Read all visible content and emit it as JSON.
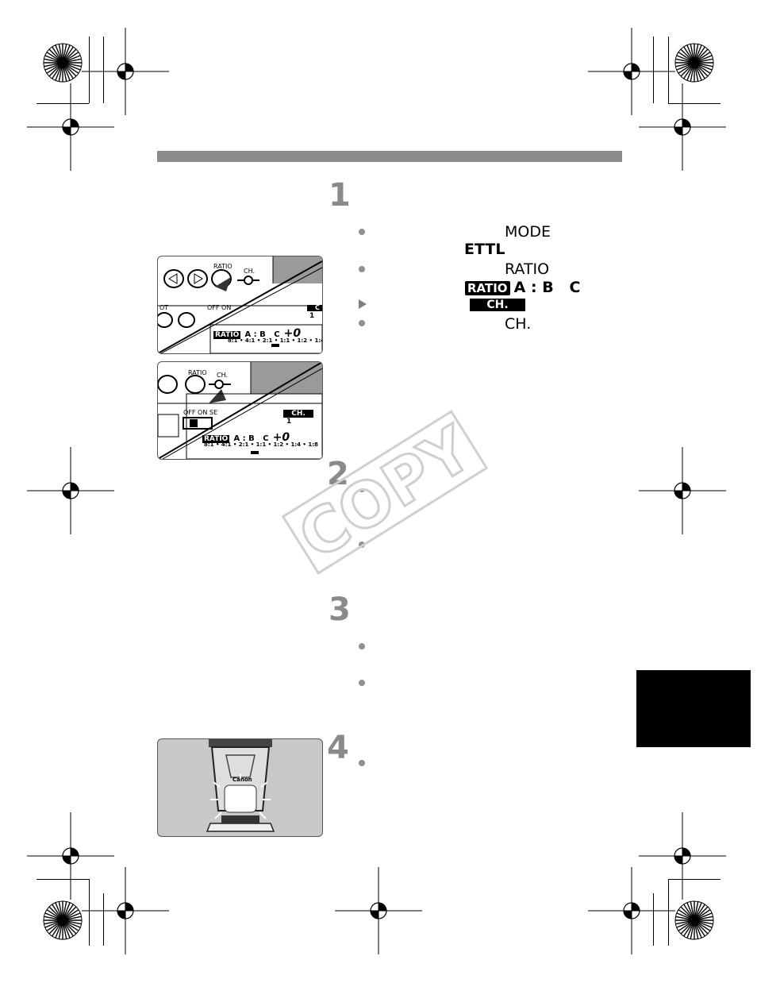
{
  "steps": [
    {
      "number": "1"
    },
    {
      "number": "2"
    },
    {
      "number": "3"
    },
    {
      "number": "4"
    }
  ],
  "step1": {
    "mode_label": "MODE",
    "ettl_label": "ETTL",
    "ratio_label": "RATIO",
    "ratio_badge": "RATIO",
    "ratio_abc": "A : B   C",
    "ch_badge": "CH.",
    "ch_label": "CH."
  },
  "illus1": {
    "ratio_btn": "RATIO",
    "ch_btn": "CH.",
    "off_on": "OFF ON",
    "ot_label": "OT",
    "badge": "RATIO",
    "abc": "A : B   C",
    "comp": "+0",
    "scale": "8:1 • 4:1 • 2:1 • 1:1 • 1:2 • 1:4 • 1",
    "ch_num": "1",
    "c_box": "C"
  },
  "illus2": {
    "ratio_btn": "RATIO",
    "ch_btn": "CH.",
    "off_on": "OFF ON SE",
    "badge": "RATIO",
    "abc": "A : B   C",
    "comp": "+0",
    "scale": "8:1 • 4:1 • 2:1 • 1:1 • 1:2 • 1:4 • 1:8",
    "ch_box": "CH.",
    "ch_num": "1"
  },
  "illus3": {
    "brand": "Canon"
  },
  "watermark": "COPY",
  "colors": {
    "header_bar": "#8c8c8c",
    "step_number": "#8a8a8a",
    "bullet": "#909090",
    "tab": "#000000"
  }
}
